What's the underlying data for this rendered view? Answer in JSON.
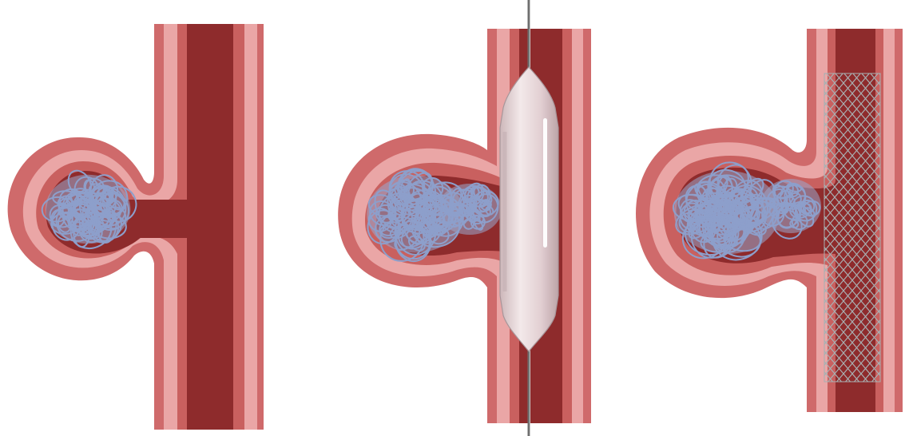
{
  "figure": {
    "panels": [
      {
        "id": "panel-1",
        "depicts": "coil-embolization",
        "device": "coils"
      },
      {
        "id": "panel-2",
        "depicts": "balloon-assisted-coiling",
        "device": "balloon-catheter"
      },
      {
        "id": "panel-3",
        "depicts": "stent-assisted-coiling",
        "device": "stent"
      }
    ],
    "colors": {
      "outer_wall": "#cf6a6b",
      "mid_wall": "#eaa6a6",
      "inner_wall": "#c9605f",
      "lumen": "#8e2b2c",
      "coil": "#8d9fcb",
      "coil_fill": "#9aa7cc",
      "balloon": "#e7d4d6",
      "wire": "#6f6f6f",
      "stent": "#9aa3a6"
    }
  }
}
